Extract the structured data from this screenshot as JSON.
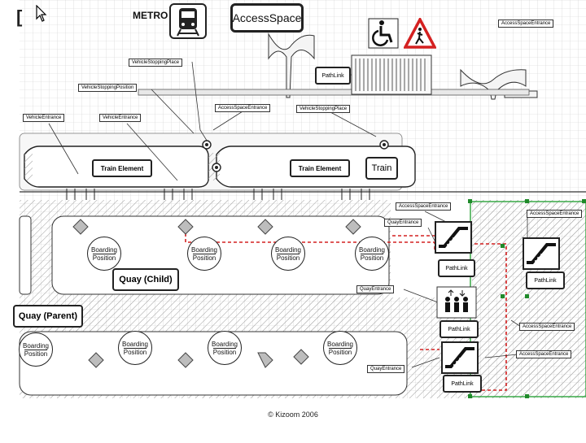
{
  "header": {
    "metro_label": "METRO",
    "bracket_glyph": "["
  },
  "labels": {
    "access_space": "AccessSpace",
    "access_space_entrance": "AccessSpaceEntrance",
    "vehicle_stopping_place": "VehicleStoppingPlace",
    "vehicle_stopping_position": "VehicleStoppingPosition",
    "vehicle_entrance": "VehicleEntrance",
    "path_link": "PathLink",
    "train_element": "Train Element",
    "train": "Train",
    "quay_entrance": "QuayEntrance",
    "quay_child": "Quay (Child)",
    "quay_parent": "Quay (Parent)",
    "boarding_position": [
      "Boarding",
      "Position"
    ]
  },
  "icons": [
    "cursor-arrow-icon",
    "metro-train-icon",
    "wheelchair-icon",
    "pedestrian-warning-icon",
    "escalator-icon",
    "people-group-icon"
  ],
  "colors": {
    "route_red": "#d42020",
    "handle_green": "#1f8a2a",
    "selection_green": "#2aa33a",
    "grid": "#c9c9c9"
  },
  "footer": {
    "copyright": "© Kizoom 2006"
  }
}
